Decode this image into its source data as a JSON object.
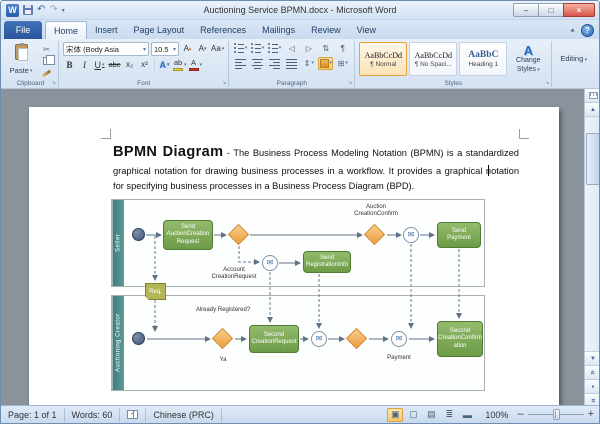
{
  "titlebar": {
    "title": "Auctioning Service BPMN.docx - Microsoft Word"
  },
  "tabs": {
    "file": "File",
    "items": [
      "Home",
      "Insert",
      "Page Layout",
      "References",
      "Mailings",
      "Review",
      "View"
    ],
    "active": "Home"
  },
  "ribbon": {
    "groups": {
      "clipboard": "Clipboard",
      "font": "Font",
      "paragraph": "Paragraph",
      "styles": "Styles"
    },
    "clipboard": {
      "paste": "Paste"
    },
    "font": {
      "name": "宋体 (Body Asia",
      "size": "10.5",
      "grow": "A",
      "shrink": "A",
      "case": "Aa",
      "bold": "B",
      "italic": "I",
      "underline": "U",
      "strike": "abc",
      "subscript": "x₂",
      "superscript": "x²",
      "effects": "A",
      "highlight": "ab",
      "color": "A"
    },
    "styles": {
      "cards": [
        {
          "sample": "AaBbCcDd",
          "label": "¶ Normal"
        },
        {
          "sample": "AaBbCcDd",
          "label": "¶ No Spaci..."
        },
        {
          "sample": "AaBbC",
          "label": "Heading 1"
        }
      ],
      "change_icon": "A",
      "change": "Change Styles"
    },
    "editing": {
      "label": "Editing"
    }
  },
  "document": {
    "heading": "BPMN Diagram",
    "body": " - The Business Process Modeling Notation (BPMN) is a standardized graphical notation for drawing business processes in a workflow. It provides a graphical notation for specifying business processes in a Business Process Diagram (BPD)."
  },
  "diagram": {
    "lane1": "Seller",
    "lane2": "Auctioning Creator",
    "task1": "Send AuctionCreation Request",
    "task2": "Send RegistrationInfo",
    "task3": "Send Payment",
    "task4": "Second CreationRequest",
    "task5": "Second CreationConfirm ation",
    "lbl_auction": "Auction CreationConfirm",
    "lbl_account": "Account CreationRequest",
    "lbl_already": "Already Registered?",
    "lbl_ya": "Ya",
    "lbl_payment": "Payment",
    "req": "Req."
  },
  "statusbar": {
    "page": "Page: 1 of 1",
    "words": "Words: 60",
    "language": "Chinese (PRC)",
    "zoom": "100%"
  },
  "colors": {
    "lane_teal": "#4e8e8c",
    "task_green": "#6d9b47",
    "gateway_orange": "#ef9d3e",
    "accent_orange": "#f9c868",
    "file_tab_blue": "#29559c",
    "close_red": "#d9544a"
  }
}
